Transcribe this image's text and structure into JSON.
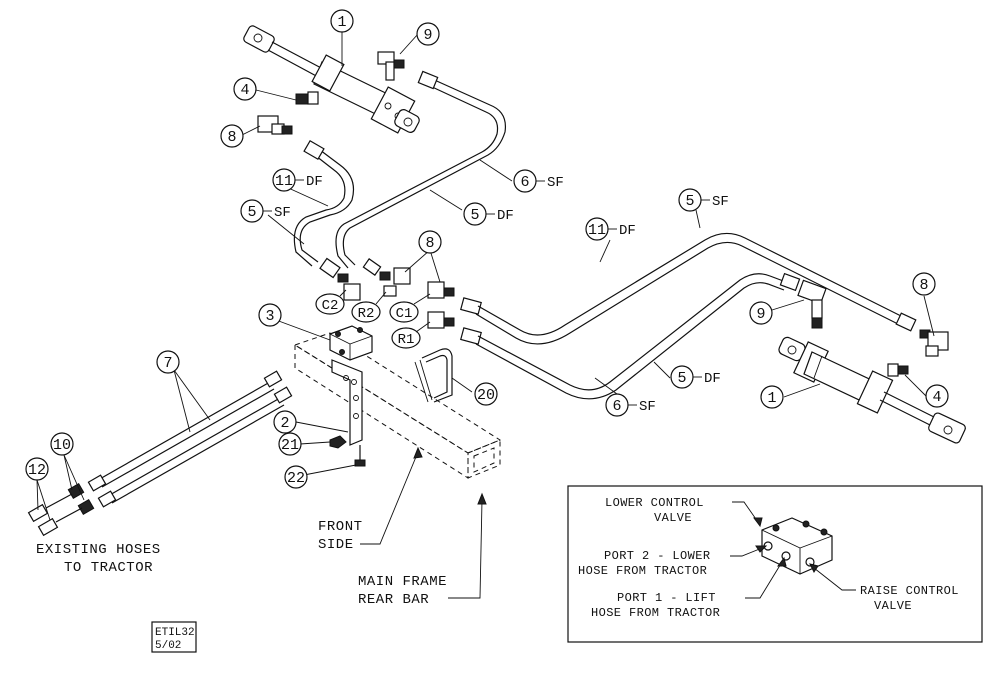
{
  "callouts": {
    "c1_top": {
      "num": "1",
      "suffix": ""
    },
    "c9_top": {
      "num": "9",
      "suffix": ""
    },
    "c4_top": {
      "num": "4",
      "suffix": ""
    },
    "c8_top": {
      "num": "8",
      "suffix": ""
    },
    "c11_left": {
      "num": "11",
      "suffix": "DF"
    },
    "c5_left": {
      "num": "5",
      "suffix": "SF"
    },
    "c6_top": {
      "num": "6",
      "suffix": "SF"
    },
    "c5_mid": {
      "num": "5",
      "suffix": "DF"
    },
    "c8_mid": {
      "num": "8",
      "suffix": ""
    },
    "c3": {
      "num": "3",
      "suffix": ""
    },
    "c7": {
      "num": "7",
      "suffix": ""
    },
    "c2": {
      "num": "2",
      "suffix": ""
    },
    "c21": {
      "num": "21",
      "suffix": ""
    },
    "c22": {
      "num": "22",
      "suffix": ""
    },
    "c20": {
      "num": "20",
      "suffix": ""
    },
    "c10": {
      "num": "10",
      "suffix": ""
    },
    "c12": {
      "num": "12",
      "suffix": ""
    },
    "c11_right": {
      "num": "11",
      "suffix": "DF"
    },
    "c5_right": {
      "num": "5",
      "suffix": "SF"
    },
    "c9_right": {
      "num": "9",
      "suffix": ""
    },
    "c8_right": {
      "num": "8",
      "suffix": ""
    },
    "c5_low": {
      "num": "5",
      "suffix": "DF"
    },
    "c6_low": {
      "num": "6",
      "suffix": "SF"
    },
    "c1_right": {
      "num": "1",
      "suffix": ""
    },
    "c4_right": {
      "num": "4",
      "suffix": ""
    }
  },
  "ports": {
    "c2": "C2",
    "r2": "R2",
    "c1": "C1",
    "r1": "R1"
  },
  "labels": {
    "front_side": [
      "FRONT",
      "SIDE"
    ],
    "main_frame": [
      "MAIN FRAME",
      "REAR BAR"
    ],
    "existing_hoses": [
      "EXISTING HOSES",
      "TO TRACTOR"
    ]
  },
  "inset": {
    "lower_control": [
      "LOWER CONTROL",
      "VALVE"
    ],
    "port2": [
      "PORT 2 - LOWER",
      "HOSE FROM TRACTOR"
    ],
    "port1": [
      "PORT 1 - LIFT",
      "HOSE FROM TRACTOR"
    ],
    "raise_control": [
      "RAISE CONTROL",
      "VALVE"
    ]
  },
  "stamp": [
    "ETIL32",
    "5/02"
  ]
}
